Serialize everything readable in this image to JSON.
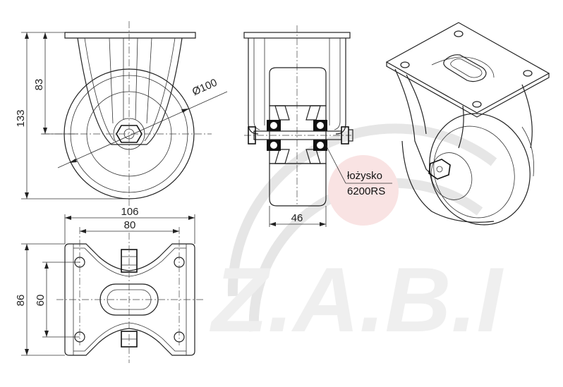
{
  "dimensions": {
    "overall_height": "133",
    "axle_height": "83",
    "wheel_diameter": "Ø100",
    "plate_length": "106",
    "hole_spacing_length": "80",
    "plate_width": "86",
    "hole_spacing_width": "60",
    "wheel_width": "46"
  },
  "bearing": {
    "label": "łożysko",
    "type": "6200RS"
  },
  "colors": {
    "line": "#222222",
    "watermark_gray": "#e6e6e6",
    "watermark_red": "#f6dede"
  }
}
